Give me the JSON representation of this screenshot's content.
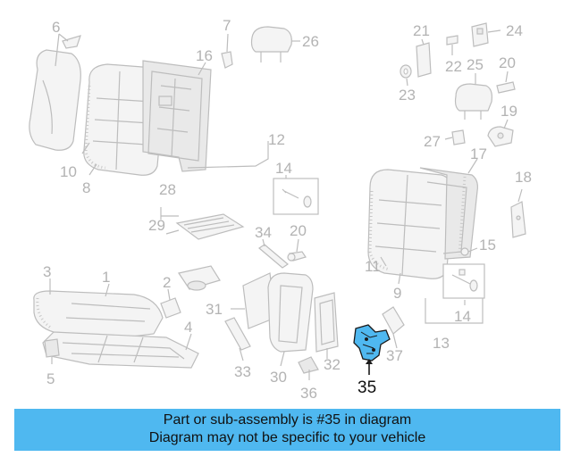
{
  "labels": {
    "l1": "1",
    "l2": "2",
    "l3": "3",
    "l4": "4",
    "l5": "5",
    "l6": "6",
    "l7": "7",
    "l8": "8",
    "l9": "9",
    "l10": "10",
    "l11": "11",
    "l12": "12",
    "l13": "13",
    "l14a": "14",
    "l14b": "14",
    "l15": "15",
    "l16": "16",
    "l17": "17",
    "l18": "18",
    "l19": "19",
    "l20a": "20",
    "l20b": "20",
    "l21": "21",
    "l22": "22",
    "l23": "23",
    "l24": "24",
    "l25": "25",
    "l26": "26",
    "l27": "27",
    "l28": "28",
    "l29": "29",
    "l30": "30",
    "l31": "31",
    "l32": "32",
    "l33": "33",
    "l34": "34",
    "l35": "35",
    "l36": "36",
    "l37": "37"
  },
  "highlight": {
    "part": "35",
    "color": "#4fb8f0"
  },
  "banner": {
    "line1": "Part or sub-assembly is #35 in diagram",
    "line2": "Diagram may not be specific to your vehicle",
    "color": "#4fb8f0"
  }
}
